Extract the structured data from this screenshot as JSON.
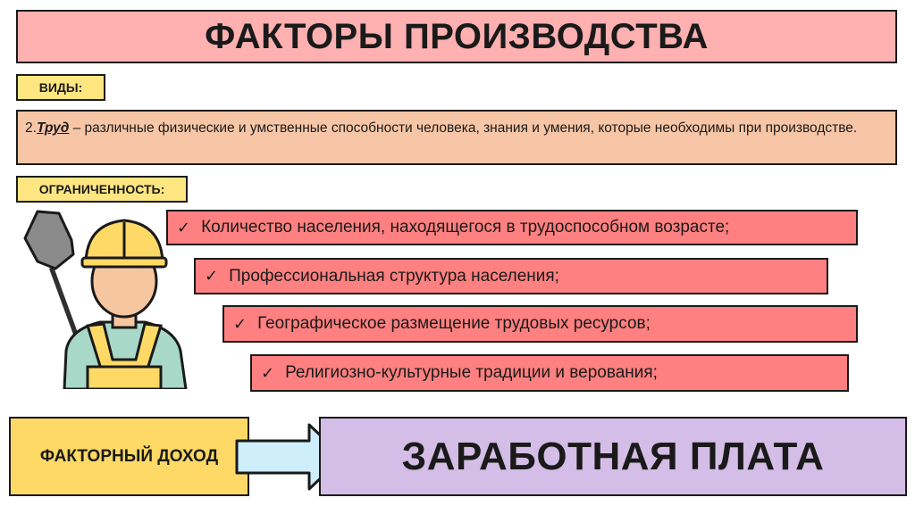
{
  "header": {
    "title": "ФАКТОРЫ ПРОИЗВОДСТВА"
  },
  "tags": {
    "vidy": "ВИДЫ:",
    "limitation": "ОГРАНИЧЕННОСТЬ:"
  },
  "definition": {
    "prefix": "2.",
    "term": "Труд",
    "text": " – различные физические и умственные способности человека, знания и умения, которые необходимы при производстве."
  },
  "limitations": [
    "Количество населения, находящегося в трудоспособном возрасте;",
    "Профессиональная структура населения;",
    "Географическое размещение трудовых ресурсов;",
    "Религиозно-культурные традиции и верования;"
  ],
  "check_symbol": "✓",
  "bottom": {
    "factor_income": "ФАКТОРНЫЙ ДОХОД",
    "result": "ЗАРАБОТНАЯ ПЛАТА"
  },
  "icons": {
    "worker": "worker-with-shovel-icon",
    "arrow": "right-arrow-icon",
    "check": "checkmark-icon"
  },
  "colors": {
    "title_bg": "#ffb0b0",
    "tag_bg": "#ffe680",
    "definition_bg": "#f7c6a6",
    "item_bg": "#ff8080",
    "income_bg": "#ffd966",
    "wage_bg": "#d4bde6",
    "arrow_fill": "#cdeefa"
  }
}
